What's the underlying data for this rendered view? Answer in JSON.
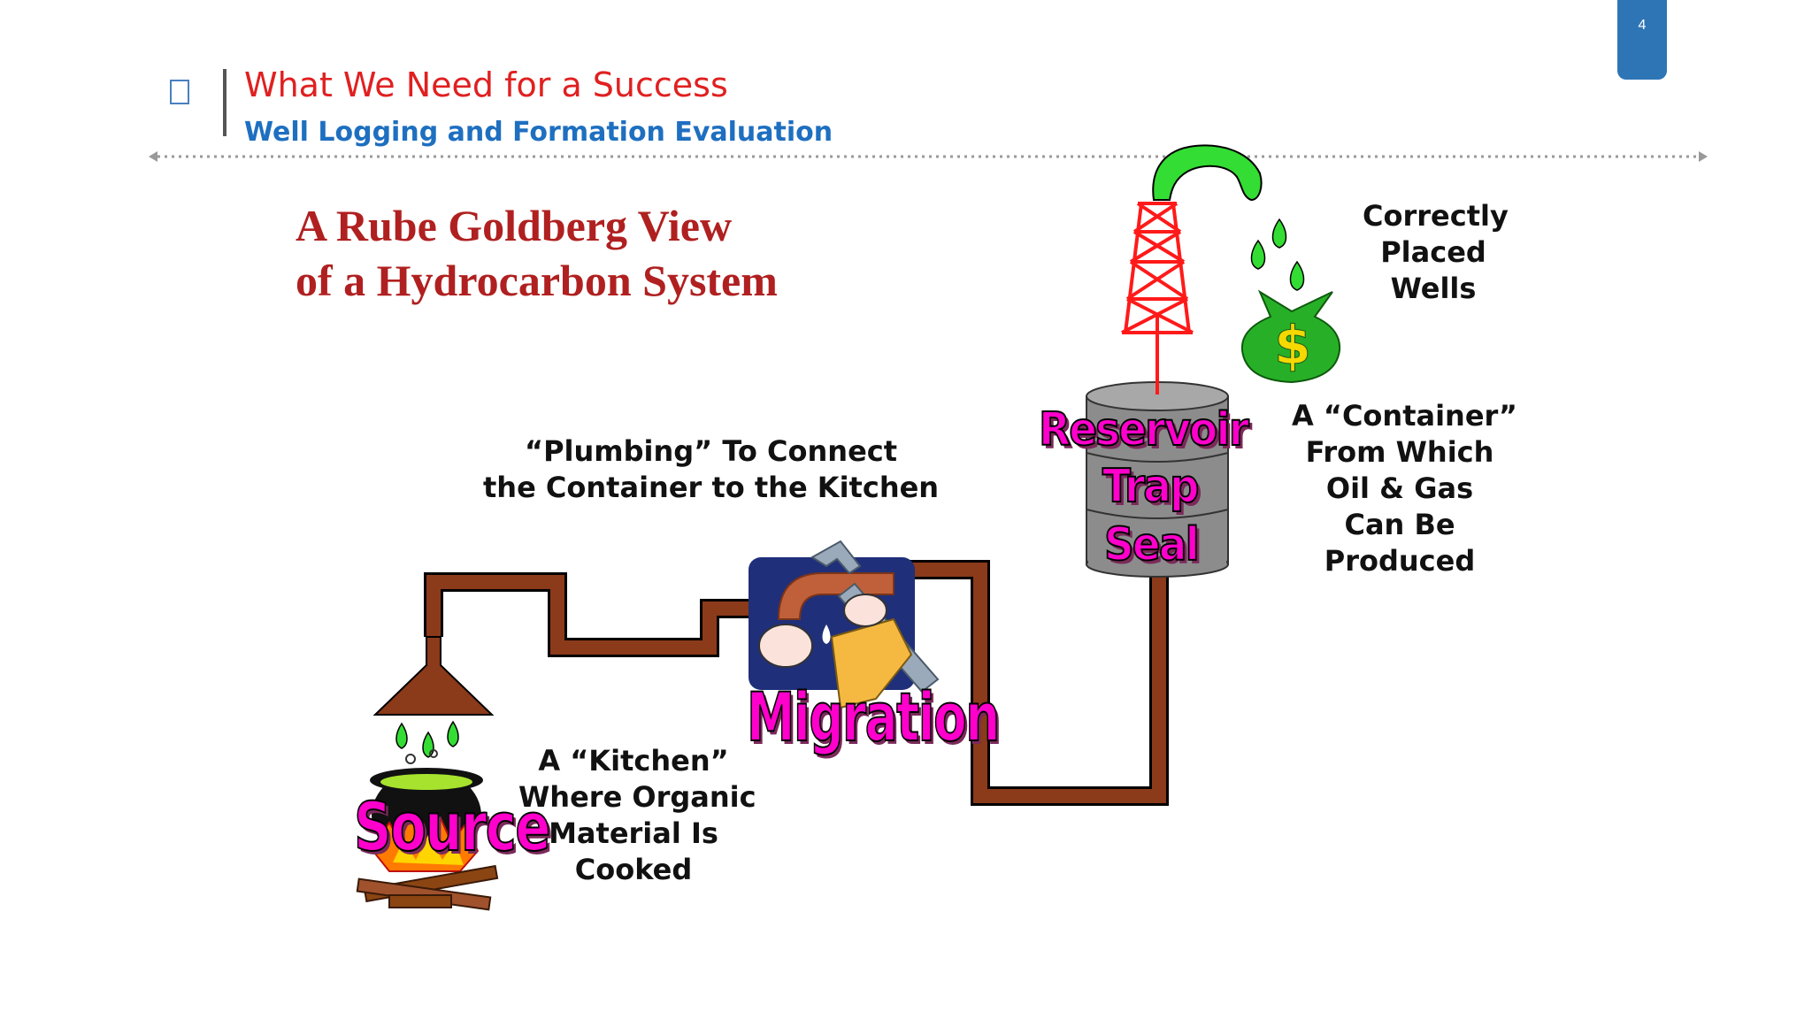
{
  "page_number": "4",
  "header": {
    "icon": "checkbox-icon",
    "title": "What We Need for a Success",
    "subtitle": "Well Logging and Formation Evaluation"
  },
  "slide": {
    "title_line1": "A Rube Goldberg View",
    "title_line2": "of a Hydrocarbon System",
    "plumbing_caption": [
      "“Plumbing” To Connect",
      "the Container to the Kitchen"
    ],
    "wells_caption": [
      "Correctly",
      "Placed",
      "Wells"
    ],
    "container_caption": [
      "A “Container”",
      "From Which",
      "Oil & Gas",
      "Can Be",
      "Produced"
    ],
    "kitchen_caption": [
      "A “Kitchen”",
      "Where Organic",
      "Material Is",
      "Cooked"
    ],
    "labels": {
      "source": "Source",
      "migration": "Migration",
      "reservoir": "Reservoir",
      "trap": "Trap",
      "seal": "Seal"
    },
    "money_bag_symbol": "$"
  },
  "colors": {
    "header_title": "#e02020",
    "header_subtitle": "#1e6fc0",
    "slide_title": "#b02020",
    "pipe": "#8b3a1a",
    "derrick": "#ff1a1a",
    "oil_drops": "#33dd33",
    "barrel": "#8c8c8c",
    "label_fill": "#ff00cc",
    "page_tab": "#2e75b6"
  }
}
